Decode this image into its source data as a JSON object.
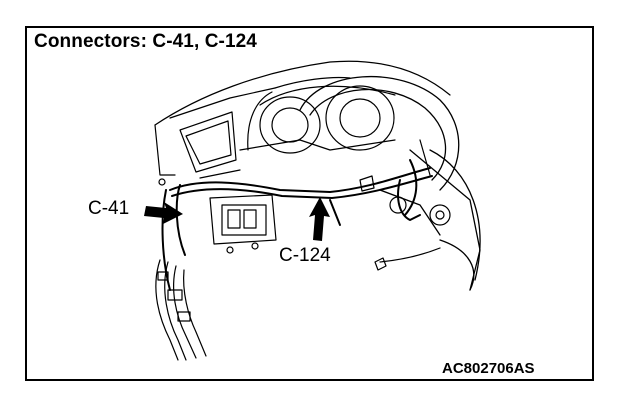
{
  "diagram": {
    "title": "Connectors: C-41, C-124",
    "figure_id": "AC802706AS",
    "callouts": [
      {
        "id": "c41",
        "label": "C-41"
      },
      {
        "id": "c124",
        "label": "C-124"
      }
    ]
  },
  "colors": {
    "ink": "#000000",
    "paper": "#ffffff"
  }
}
